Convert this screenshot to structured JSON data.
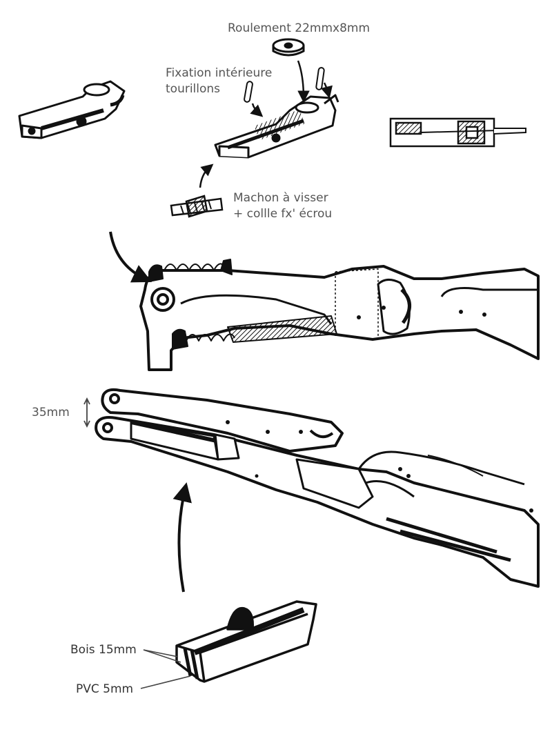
{
  "labels": {
    "bearing": "Roulement 22mmx8mm",
    "pins_line1": "Fixation intérieure",
    "pins_line2": "tourillons",
    "sleeve_line1": "Machon à visser",
    "sleeve_line2": "+ collle fx' écrou",
    "height": "35mm",
    "wood": "Bois 15mm",
    "pvc": "PVC 5mm"
  },
  "colors": {
    "ink": "#111111",
    "label_text": "#555555",
    "leader_line": "#444444",
    "paper": "#ffffff"
  }
}
